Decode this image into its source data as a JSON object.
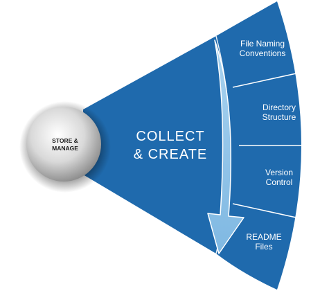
{
  "diagram": {
    "hub": {
      "line1": "STORE &",
      "line2": "MANAGE"
    },
    "main": {
      "line1": "COLLECT",
      "line2": "& CREATE"
    },
    "segments": [
      {
        "line1": "File Naming",
        "line2": "Conventions"
      },
      {
        "line1": "Directory",
        "line2": "Structure"
      },
      {
        "line1": "Version",
        "line2": "Control"
      },
      {
        "line1": "README",
        "line2": "Files"
      }
    ],
    "colors": {
      "fan": "#1f6aad",
      "fan_edge": "#15588f",
      "divider": "#ffffff",
      "arrow": "#8fc3e8",
      "hub_light": "#ffffff",
      "hub_dark": "#8a8a8a"
    }
  }
}
